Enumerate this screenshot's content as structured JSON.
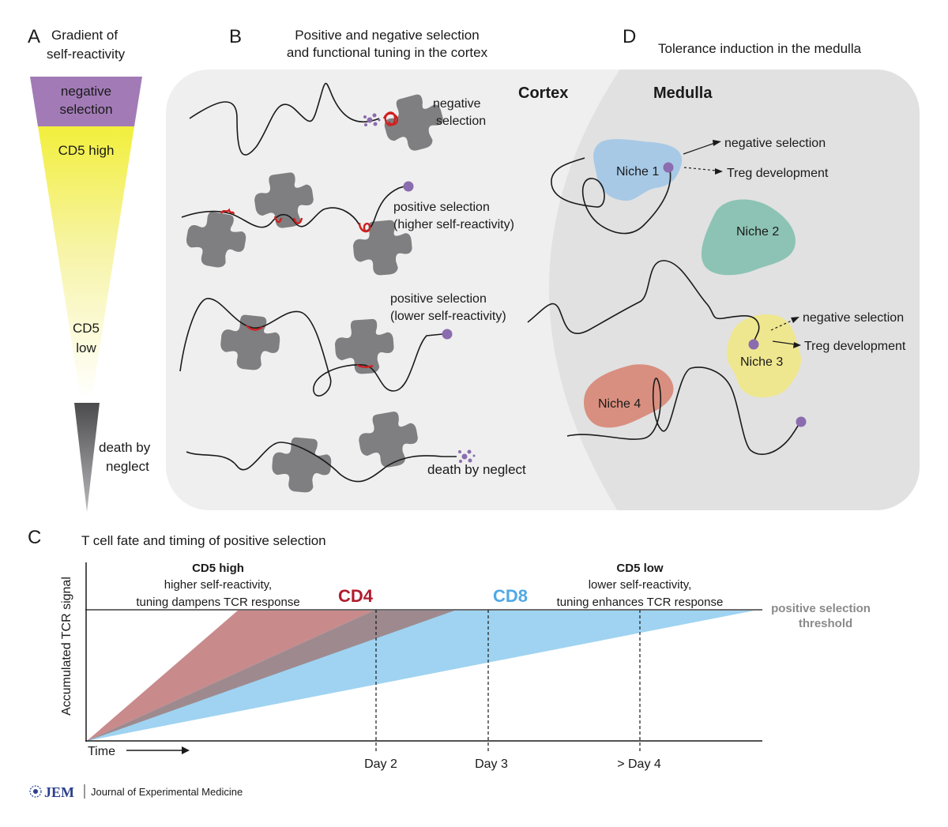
{
  "panels": {
    "a": {
      "letter": "A",
      "title_line1": "Gradient of",
      "title_line2": "self-reactivity",
      "negative_line1": "negative",
      "negative_line2": "selection",
      "cd5_high": "CD5 high",
      "cd5_low_line1": "CD5",
      "cd5_low_line2": "low",
      "death_line1": "death by",
      "death_line2": "neglect"
    },
    "b": {
      "letter": "B",
      "title_line1": "Positive and negative selection",
      "title_line2": "and functional tuning in the cortex",
      "cortex_label": "Cortex",
      "neg_line1": "negative",
      "neg_line2": "selection",
      "pos_high_line1": "positive selection",
      "pos_high_line2": "(higher self-reactivity)",
      "pos_low_line1": "positive selection",
      "pos_low_line2": "(lower self-reactivity)",
      "death": "death by neglect"
    },
    "d": {
      "letter": "D",
      "title": "Tolerance induction in the medulla",
      "medulla_label": "Medulla",
      "niche1": "Niche 1",
      "niche2": "Niche 2",
      "niche3": "Niche 3",
      "niche4": "Niche 4",
      "n1_neg": "negative selection",
      "n1_treg": "Treg development",
      "n3_neg": "negative selection",
      "n3_treg": "Treg development"
    },
    "c": {
      "letter": "C",
      "title": "T cell fate and timing of positive selection",
      "y_label": "Accumulated TCR signal",
      "x_label": "Time",
      "high_title": "CD5 high",
      "high_line1": "higher self-reactivity,",
      "high_line2": "tuning dampens TCR response",
      "low_title": "CD5 low",
      "low_line1": "lower self-reactivity,",
      "low_line2": "tuning enhances TCR response",
      "cd4": "CD4",
      "cd8": "CD8",
      "threshold_line1": "positive selection",
      "threshold_line2": "threshold",
      "day2": "Day 2",
      "day3": "Day 3",
      "day4": "> Day 4"
    }
  },
  "footer": {
    "logo": "JEM",
    "journal": "Journal of Experimental Medicine"
  },
  "colors": {
    "negative_selection": "#a27bb6",
    "gradient_yellow": "#f2ef3c",
    "cd4": "#b01c2e",
    "cd8": "#4fa9e6",
    "niche1": "#a7c9e6",
    "niche2": "#8dc3b4",
    "niche3": "#efe78f",
    "niche4": "#d98f7f",
    "cell": "#8b6cae",
    "tec": "#7f7f81"
  }
}
